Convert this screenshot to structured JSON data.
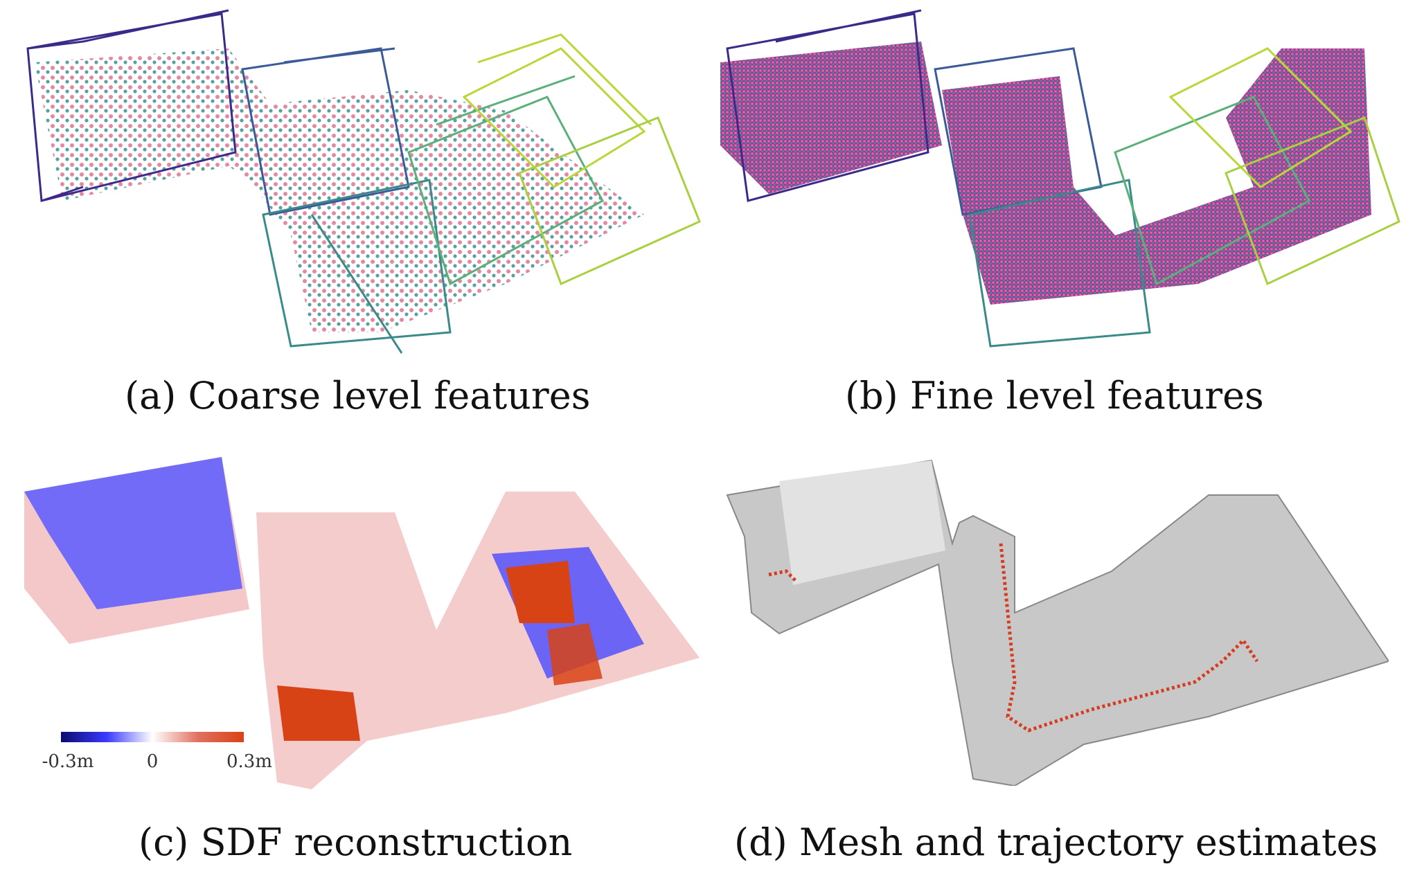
{
  "figures": [
    {
      "label": "(a)",
      "caption": "Coarse level features"
    },
    {
      "label": "(b)",
      "caption": "Fine level features"
    },
    {
      "label": "(c)",
      "caption": "SDF reconstruction"
    },
    {
      "label": "(d)",
      "caption": "Mesh and trajectory estimates"
    }
  ],
  "colorbar": {
    "min_label": "-0.3m",
    "mid_label": "0",
    "max_label": "0.3m",
    "colors": [
      "#0b0b6e",
      "#3a3aff",
      "#ffffff",
      "#e07060",
      "#d84315"
    ]
  },
  "colors": {
    "wire_start": "#3b2a8a",
    "wire_mid": "#3a8a8a",
    "wire_end": "#c8e030",
    "mesh": "#c8c8c8",
    "trajectory": "#d83a20"
  }
}
